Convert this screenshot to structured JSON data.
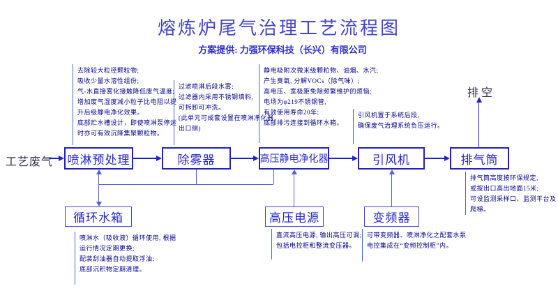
{
  "title": "熔炼炉尾气治理工艺流程图",
  "subtitle": "方案提供: 力强环保科技（长兴）有限公司",
  "flow": {
    "input_label": "工艺废气",
    "output_label": "排空",
    "boxes": [
      {
        "label": "喷淋预处理"
      },
      {
        "label": "除雾器"
      },
      {
        "label": "高压静电净化器"
      },
      {
        "label": "引风机"
      },
      {
        "label": "排气筒"
      }
    ],
    "aux_boxes": [
      {
        "label": "循环水箱"
      },
      {
        "label": "高压电源"
      },
      {
        "label": "变频器"
      }
    ]
  },
  "notes": {
    "spray": {
      "lines": [
        "去除较大粒径颗粒物;",
        "吸收少量水溶性组份;",
        "气-水直接雾化接触降低废气温度;",
        "增加废气湿度减小粒子比电阻以提",
        "升后级静电净化效果。",
        "底部贮水槽设计，即使喷淋泵停运",
        "时亦可有效沉降集聚颗粒物。"
      ]
    },
    "demister": {
      "lines": [
        "过滤喷淋后段水雾;",
        "过滤器内采用不锈钢填料,",
        "可拆卸可冲洗。",
        "(此单元可成套设置在喷淋净化器",
        "出口侧)"
      ]
    },
    "esp": {
      "lines": [
        "静电吸附次微米级颗粒物、油烟、水汽;",
        "产生臭氧, 分解VOCs（除气味）;",
        "高电压、宽极距免除频繁维护的烦恼;",
        "电场为φ219不锈钢管,",
        "有效使用寿命20年;",
        "底部排污连接到循环水箱。"
      ]
    },
    "fan": {
      "lines": [
        "引风机置于系统后段,",
        "确保废气治理系统负压运行。"
      ]
    },
    "stack": {
      "lines": [
        "排气筒高度按环保规定,",
        "或按出口高出地面15米;",
        "可设监测采样口、监测平台及爬梯。"
      ]
    },
    "tank": {
      "lines": [
        "喷淋水（吸收液）循环使用, 根据",
        "运行情况定期更换;",
        "配装刮油器自动提取浮油;",
        "底部沉积物定期清理。"
      ]
    },
    "power": {
      "lines": [
        "直流高压电源, 输出高压可调;",
        "包括电控柜和整流变压器。"
      ]
    },
    "vfd": {
      "lines": [
        "可带变频器、喷淋净化之配套水泵",
        "电控集成在“变频控制柜”内。"
      ]
    }
  },
  "colors": {
    "box_border": "#2121c4",
    "box_text": "#2525cc",
    "line": "#2222cc",
    "secondary_line": "#5560d0",
    "note_text": "#00008b",
    "title_text": "#4545c8"
  }
}
